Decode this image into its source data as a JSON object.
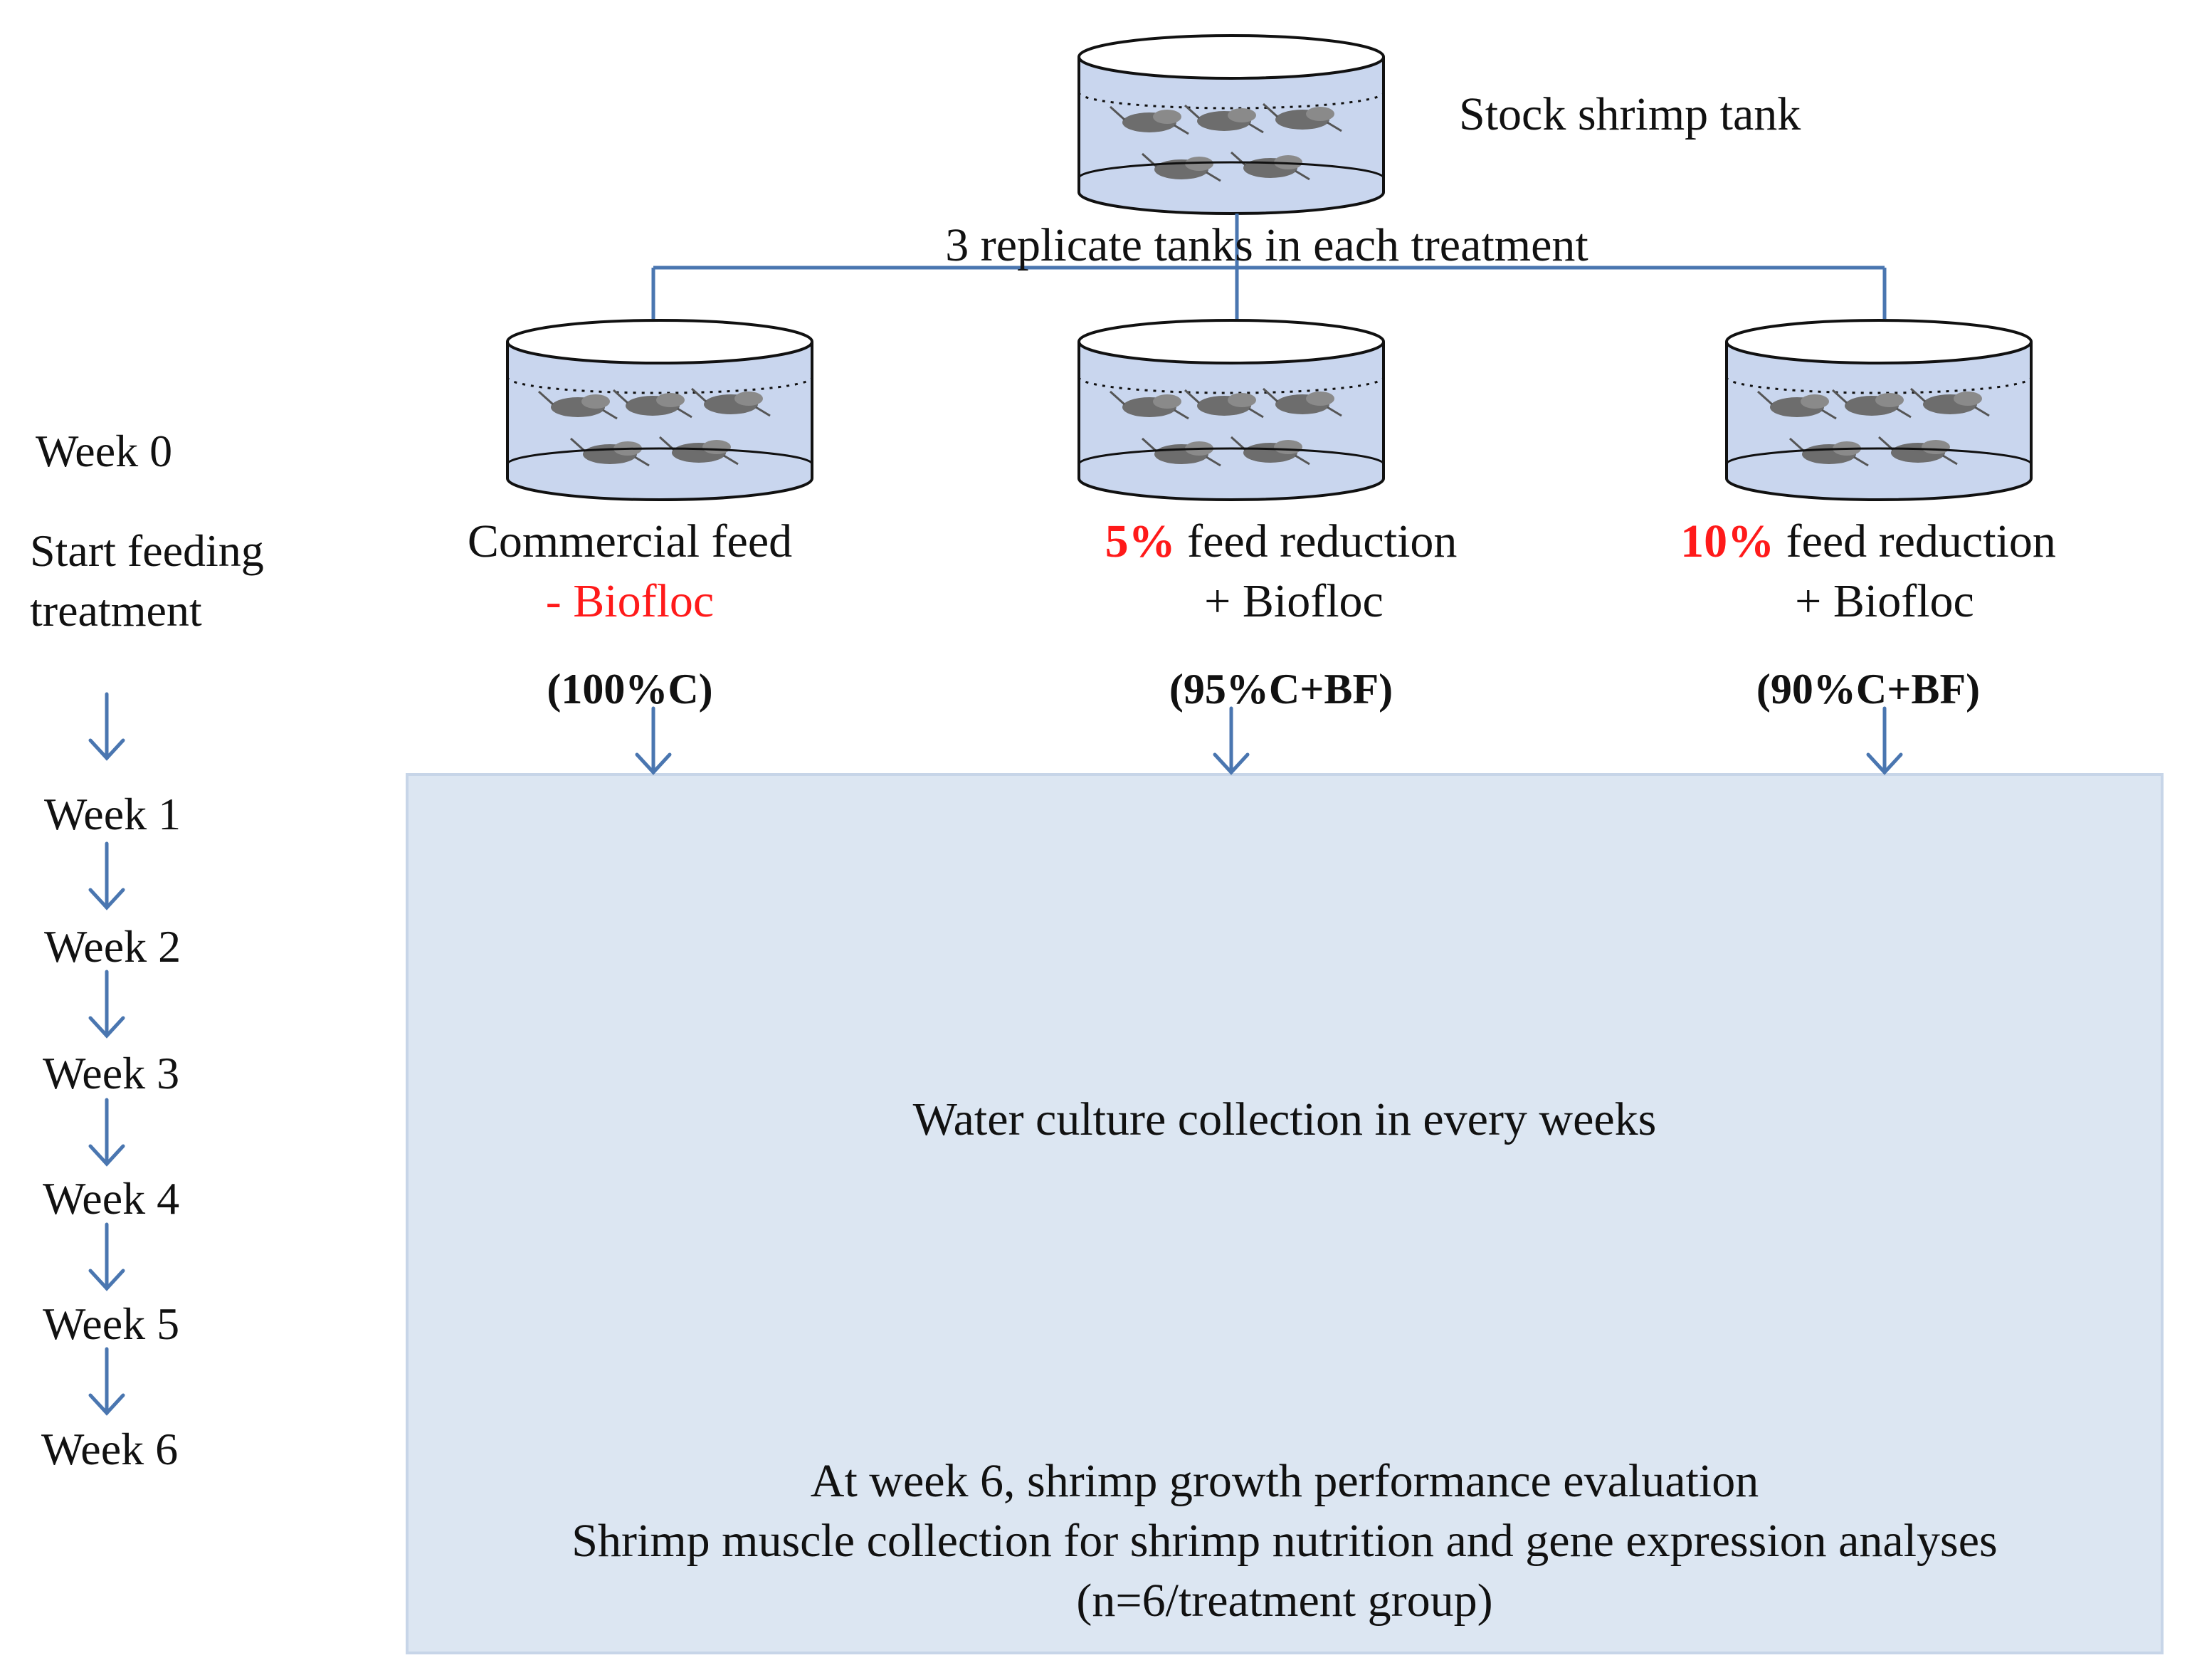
{
  "colors": {
    "connector": "#4a76b0",
    "panel_fill": "#dce6f2",
    "panel_border": "#c7d5e8",
    "tank_water": "#c9d6ee",
    "highlight_red": "#ff1a1a"
  },
  "stock": {
    "label": "Stock shrimp tank",
    "replicate_note": "3 replicate tanks in each treatment"
  },
  "timeline": {
    "week0": "Week 0",
    "start_line1": "Start feeding",
    "start_line2": "treatment",
    "weeks": [
      "Week 1",
      "Week 2",
      "Week 3",
      "Week 4",
      "Week 5",
      "Week 6"
    ]
  },
  "treatments": [
    {
      "line1_prefix": "",
      "line1_text": "Commercial feed",
      "line2_text": "- Biofloc",
      "line2_red": true,
      "code": "(100%C)"
    },
    {
      "line1_prefix": "5%",
      "line1_text": " feed reduction",
      "line2_text": "+ Biofloc",
      "line2_red": false,
      "code": "(95%C+BF)"
    },
    {
      "line1_prefix": "10%",
      "line1_text": " feed reduction",
      "line2_text": "+ Biofloc",
      "line2_red": false,
      "code": "(90%C+BF)"
    }
  ],
  "panel": {
    "water_note": "Water culture collection in every weeks",
    "final_line1": "At week 6, shrimp growth performance evaluation",
    "final_line2": "Shrimp muscle collection for shrimp nutrition and gene expression analyses",
    "final_line3": "(n=6/treatment group)"
  }
}
